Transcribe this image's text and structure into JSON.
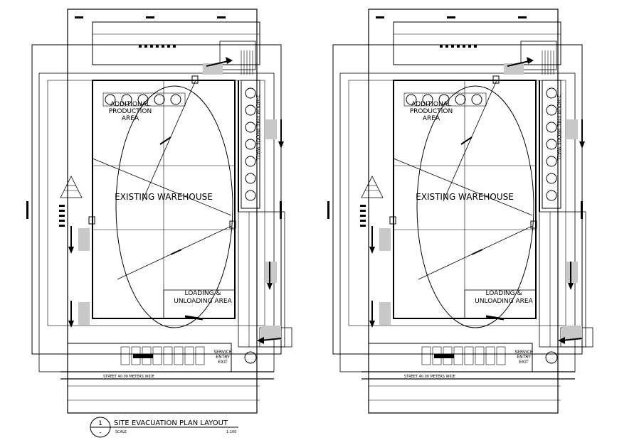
{
  "plans": [
    {
      "id": "left",
      "label_production": [
        "ADDITIONAL",
        "PRODUCTION",
        "AREA"
      ],
      "label_warehouse": "EXISTING WAREHOUSE",
      "label_loading": [
        "LOADING &",
        "UNLOADING AREA"
      ],
      "label_fire_wall": "2-HOUR FIRE PROOF WALL",
      "label_street": "STREET 40.00 METERS WIDE",
      "label_service": [
        "SERVICE",
        "ENTRY",
        "EXIT"
      ]
    },
    {
      "id": "right",
      "label_production": [
        "ADDITIONAL",
        "PRODUCTION",
        "AREA"
      ],
      "label_warehouse": "EXISTING WAREHOUSE",
      "label_loading": [
        "LOADING &",
        "UNLOADING AREA"
      ],
      "label_fire_wall": "2-HOUR FIRE PROOF WALL",
      "label_street": "STREET 40.00 METERS WIDE",
      "label_service": [
        "SERVICE",
        "ENTRY",
        "EXIT"
      ]
    }
  ],
  "title_block": {
    "number": "1",
    "dash": "-",
    "title": "SITE EVACUATION PLAN LAYOUT",
    "scale_label": "SCALE",
    "scale_value": "1:100"
  },
  "colors": {
    "line": "#000000",
    "marker_fill": "#c8c8c8",
    "background": "#ffffff"
  }
}
